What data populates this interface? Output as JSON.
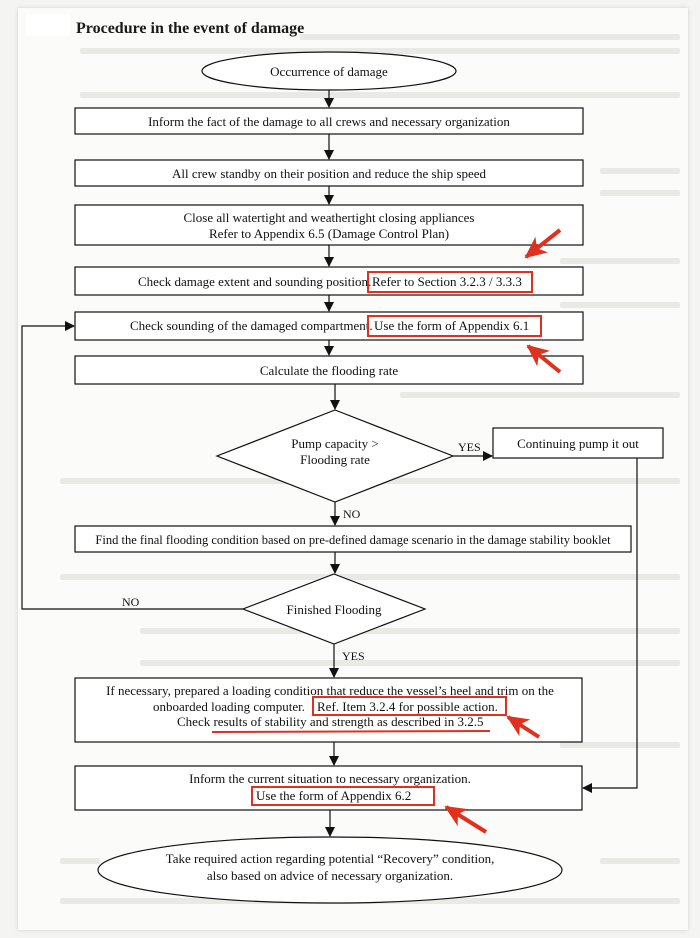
{
  "document": {
    "title": "Procedure in the event of damage"
  },
  "nodes": {
    "occurrence": "Occurrence of damage",
    "inform": "Inform the fact of the damage to all crews and necessary organization",
    "standby": "All crew standby on their position and reduce the ship speed",
    "close_line1": "Close all watertight and weathertight closing appliances",
    "close_line2": "Refer to Appendix 6.5 (Damage Control Plan)",
    "check_extent": "Check damage extent and sounding position.",
    "check_extent_ref": "Refer to Section 3.2.3 / 3.3.3",
    "check_sounding": "Check sounding of the damaged compartment.",
    "check_sounding_ref": "Use the form of Appendix 6.1",
    "calculate": "Calculate the flooding rate",
    "pump_line1": "Pump capacity >",
    "pump_line2": "Flooding rate",
    "continue_pump": "Continuing pump it out",
    "final_condition": "Find the final flooding condition based on pre-defined damage scenario in the damage stability booklet",
    "finished": "Finished Flooding",
    "loading_line1": "If necessary, prepared a loading condition that reduce the vessel’s heel and trim on the",
    "loading_line2_a": "onboarded loading computer.",
    "loading_line2_ref": "Ref. Item 3.2.4 for possible action.",
    "loading_line3": "Check results of stability and strength as described in 3.2.5",
    "inform_current": "Inform the current situation to necessary organization.",
    "inform_current_ref": "Use the form of Appendix 6.2",
    "recovery_line1": "Take required action regarding potential “Recovery” condition,",
    "recovery_line2": "also based on advice of necessary organization."
  },
  "edge_labels": {
    "yes_pump": "YES",
    "no_pump": "NO",
    "no_finished": "NO",
    "yes_finished": "YES"
  },
  "colors": {
    "line": "#111111",
    "highlight": "#e0301e",
    "box_fill": "#ffffff"
  }
}
